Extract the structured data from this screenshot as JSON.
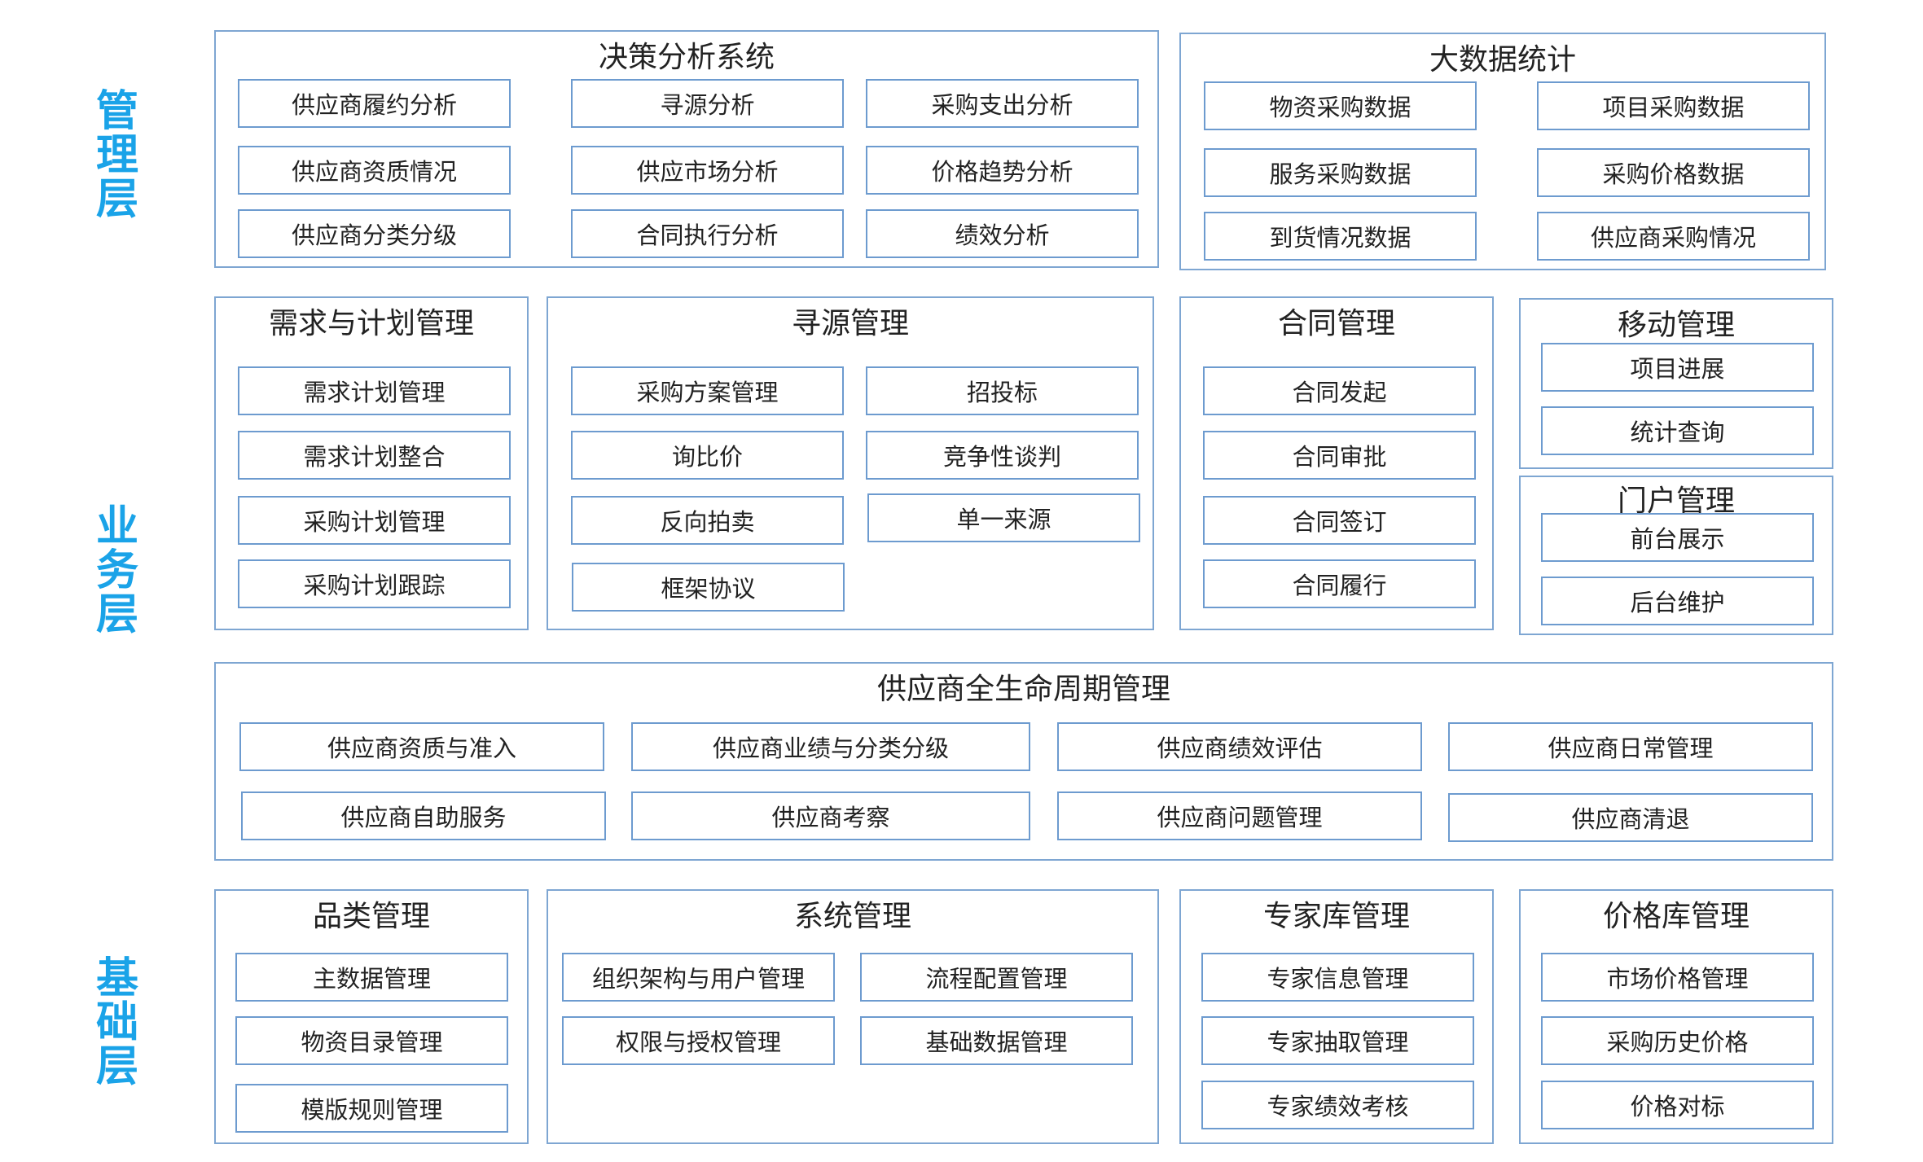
{
  "layers": {
    "management": "管理层",
    "business": "业务层",
    "foundation": "基础层"
  },
  "decision": {
    "title": "决策分析系统",
    "items": [
      "供应商履约分析",
      "寻源分析",
      "采购支出分析",
      "供应商资质情况",
      "供应市场分析",
      "价格趋势分析",
      "供应商分类分级",
      "合同执行分析",
      "绩效分析"
    ]
  },
  "bigdata": {
    "title": "大数据统计",
    "items": [
      "物资采购数据",
      "项目采购数据",
      "服务采购数据",
      "采购价格数据",
      "到货情况数据",
      "供应商采购情况"
    ]
  },
  "demand": {
    "title": "需求与计划管理",
    "items": [
      "需求计划管理",
      "需求计划整合",
      "采购计划管理",
      "采购计划跟踪"
    ]
  },
  "sourcing": {
    "title": "寻源管理",
    "items": [
      "采购方案管理",
      "招投标",
      "询比价",
      "竞争性谈判",
      "反向拍卖",
      "单一来源",
      "框架协议"
    ]
  },
  "contract": {
    "title": "合同管理",
    "items": [
      "合同发起",
      "合同审批",
      "合同签订",
      "合同履行"
    ]
  },
  "mobile": {
    "title": "移动管理",
    "items": [
      "项目进展",
      "统计查询"
    ]
  },
  "portal": {
    "title": "门户管理",
    "items": [
      "前台展示",
      "后台维护"
    ]
  },
  "supplier": {
    "title": "供应商全生命周期管理",
    "items": [
      "供应商资质与准入",
      "供应商业绩与分类分级",
      "供应商绩效评估",
      "供应商日常管理",
      "供应商自助服务",
      "供应商考察",
      "供应商问题管理",
      "供应商清退"
    ]
  },
  "category": {
    "title": "品类管理",
    "items": [
      "主数据管理",
      "物资目录管理",
      "模版规则管理"
    ]
  },
  "system": {
    "title": "系统管理",
    "items": [
      "组织架构与用户管理",
      "流程配置管理",
      "权限与授权管理",
      "基础数据管理"
    ]
  },
  "expert": {
    "title": "专家库管理",
    "items": [
      "专家信息管理",
      "专家抽取管理",
      "专家绩效考核"
    ]
  },
  "price": {
    "title": "价格库管理",
    "items": [
      "市场价格管理",
      "采购历史价格",
      "价格对标"
    ]
  }
}
